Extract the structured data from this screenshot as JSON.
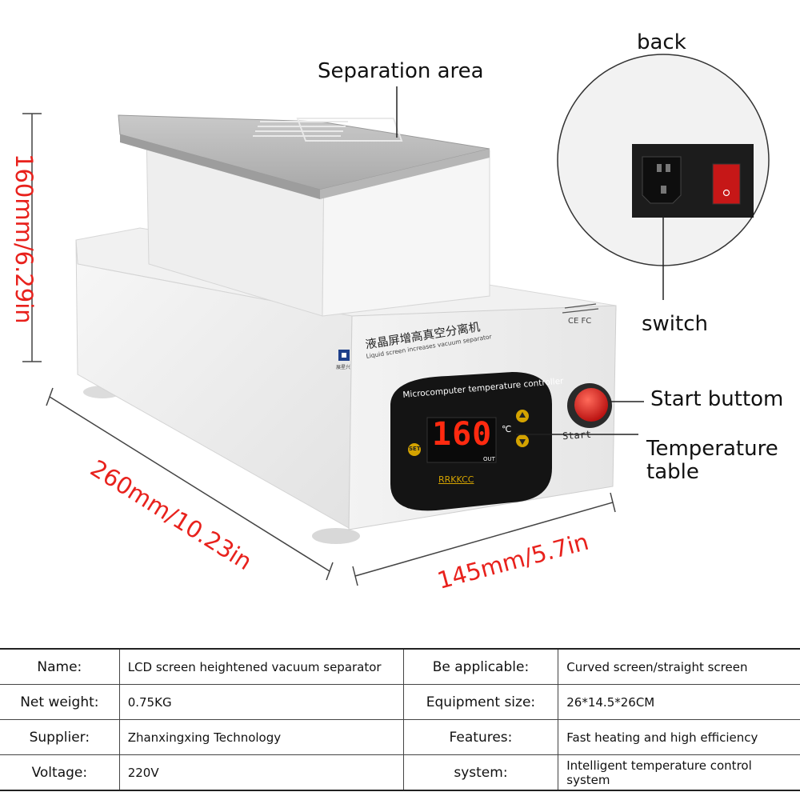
{
  "product": {
    "title_cn": "液晶屏增高真空分离机",
    "title_en": "Liquid screen increases vacuum separator",
    "brand_small": "展星兴",
    "controller_title": "Microcomputer temperature controller",
    "display_value": "160",
    "display_unit": "℃",
    "display_out": "OUT",
    "set_label": "SET",
    "controller_brand": "RRKKCC",
    "start_label": "Start",
    "cert_marks": "CE FC"
  },
  "callouts": {
    "separation_area": "Separation area",
    "back": "back",
    "switch": "switch",
    "start_button": "Start buttom",
    "temperature_table_line1": "Temperature",
    "temperature_table_line2": "table"
  },
  "dimensions": {
    "height": "160mm/6.29in",
    "length": "260mm/10.23in",
    "width": "145mm/5.7in"
  },
  "specs": [
    {
      "k1": "Name:",
      "v1": "LCD screen heightened vacuum separator",
      "k2": "Be applicable:",
      "v2": "Curved screen/straight screen"
    },
    {
      "k1": "Net weight:",
      "v1": "0.75KG",
      "k2": "Equipment size:",
      "v2": "26*14.5*26CM"
    },
    {
      "k1": "Supplier:",
      "v1": "Zhanxingxing Technology",
      "k2": "Features:",
      "v2": "Fast heating and high efficiency"
    },
    {
      "k1": "Voltage:",
      "v1": "220V",
      "k2": "system:",
      "v2": "Intelligent temperature control system"
    }
  ],
  "colors": {
    "dimension_text": "#e8211c",
    "display_digits": "#ff2a10",
    "start_button": "#d11313"
  }
}
